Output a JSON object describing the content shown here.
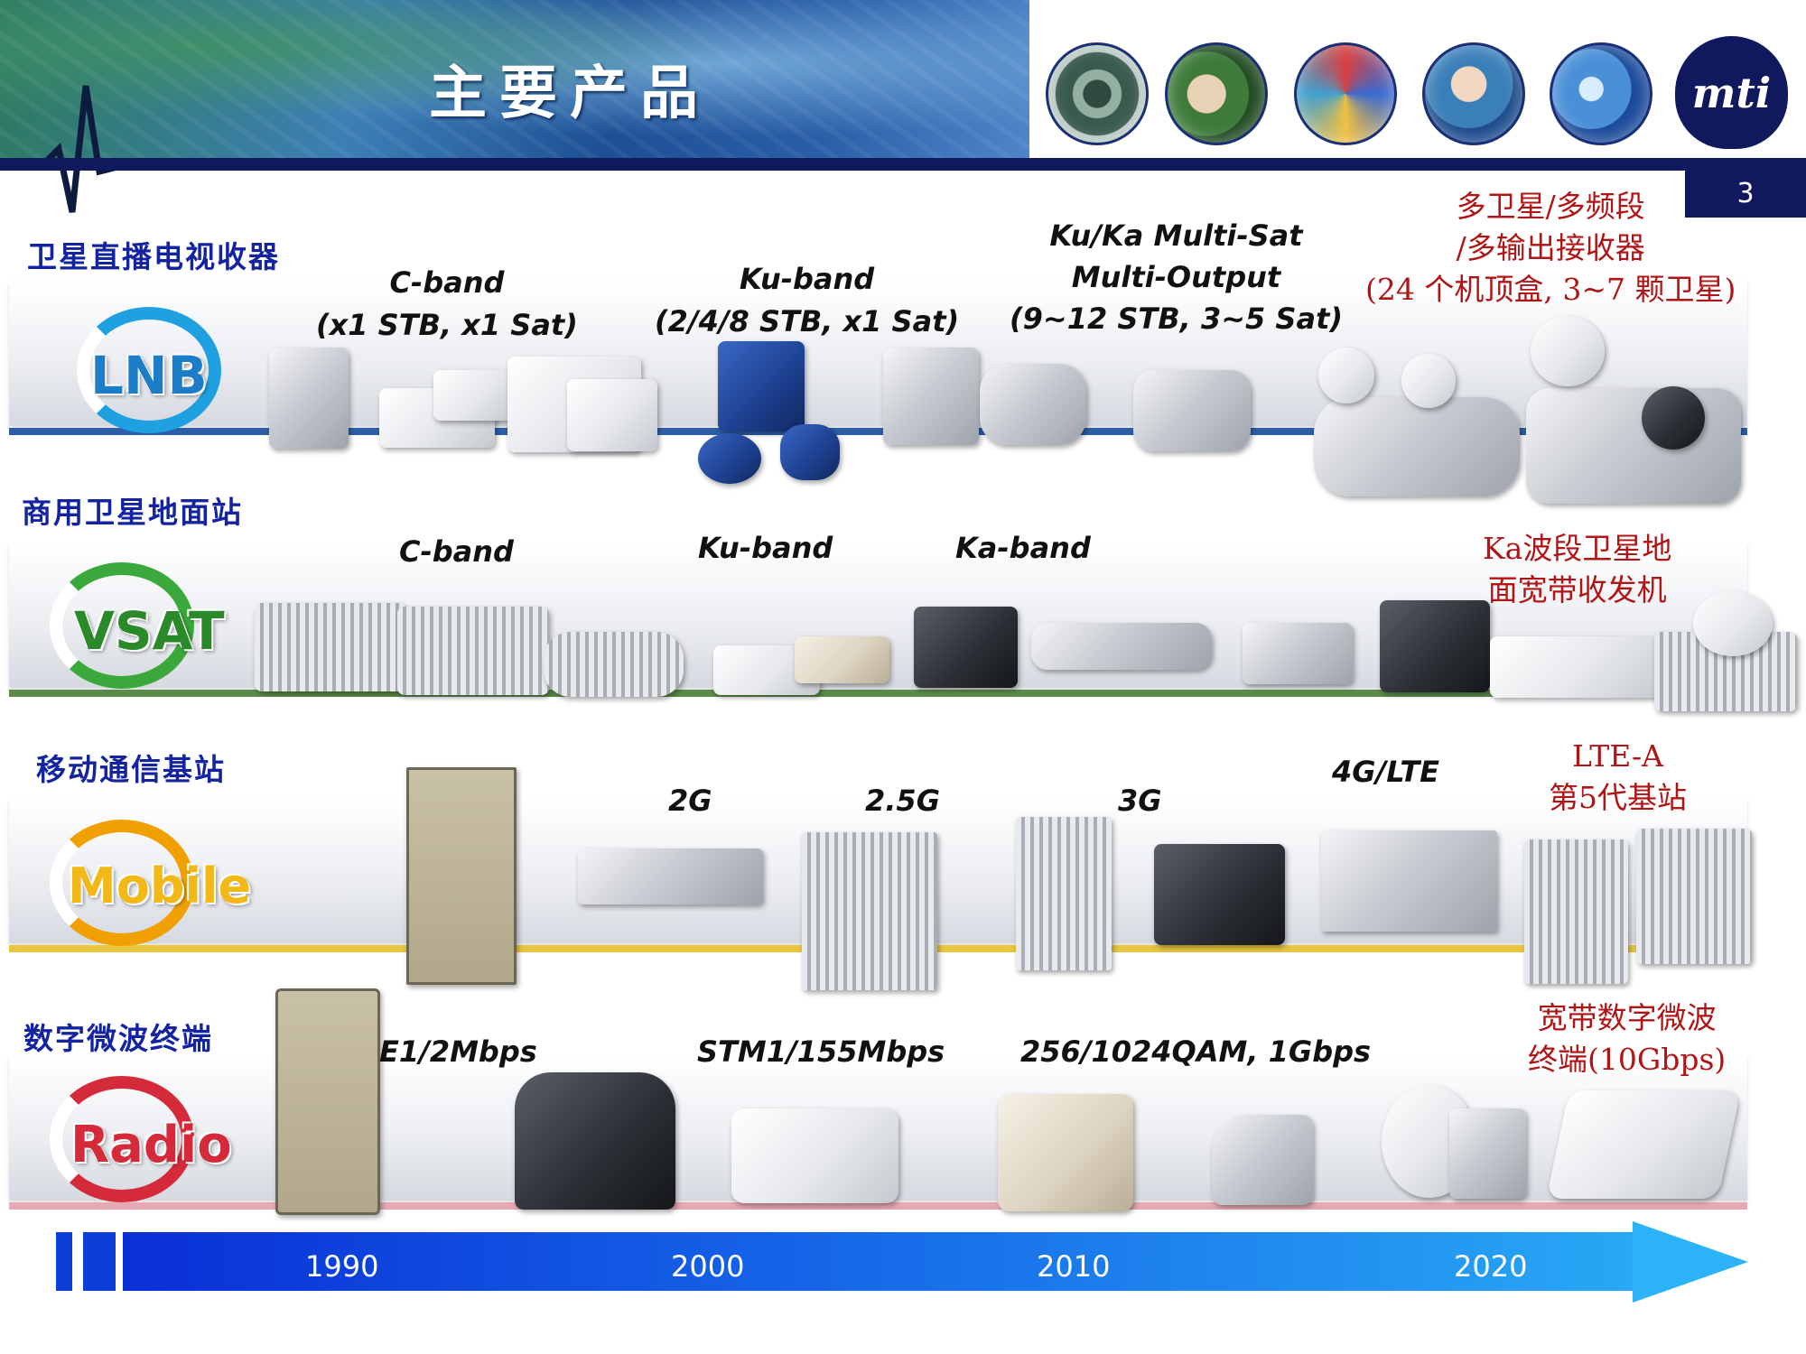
{
  "header": {
    "title": "主要产品",
    "page_number": "3",
    "logo_text": "mti"
  },
  "rows": [
    {
      "id": "lnb",
      "category": "卫星直播电视收器",
      "logo": "LNB",
      "logo_color": "#1fa0e0",
      "labels": [
        "C-band\n(x1 STB, x1 Sat)",
        "Ku-band\n(2/4/8 STB, x1 Sat)",
        "Ku/Ka Multi-Sat\nMulti-Output\n(9~12 STB, 3~5 Sat)"
      ],
      "highlight": "多卫星/多频段\n/多输出接收器\n(24 个机顶盒, 3~7 颗卫星)"
    },
    {
      "id": "vsat",
      "category": "商用卫星地面站",
      "logo": "VSAT",
      "logo_color": "#3aa83a",
      "labels": [
        "C-band",
        "Ku-band",
        "Ka-band"
      ],
      "highlight": "Ka波段卫星地\n面宽带收发机"
    },
    {
      "id": "mobile",
      "category": "移动通信基站",
      "logo": "Mobile",
      "logo_color": "#f0a000",
      "labels": [
        "2G",
        "2.5G",
        "3G",
        "4G/LTE"
      ],
      "highlight": "LTE-A\n第5代基站"
    },
    {
      "id": "radio",
      "category": "数字微波终端",
      "logo": "Radio",
      "logo_color": "#d42a3a",
      "labels": [
        "E1/2Mbps",
        "STM1/155Mbps",
        "256/1024QAM, 1Gbps"
      ],
      "highlight": "宽带数字微波\n终端(10Gbps)"
    }
  ],
  "timeline": {
    "years": [
      "1990",
      "2000",
      "2010",
      "2020"
    ]
  }
}
